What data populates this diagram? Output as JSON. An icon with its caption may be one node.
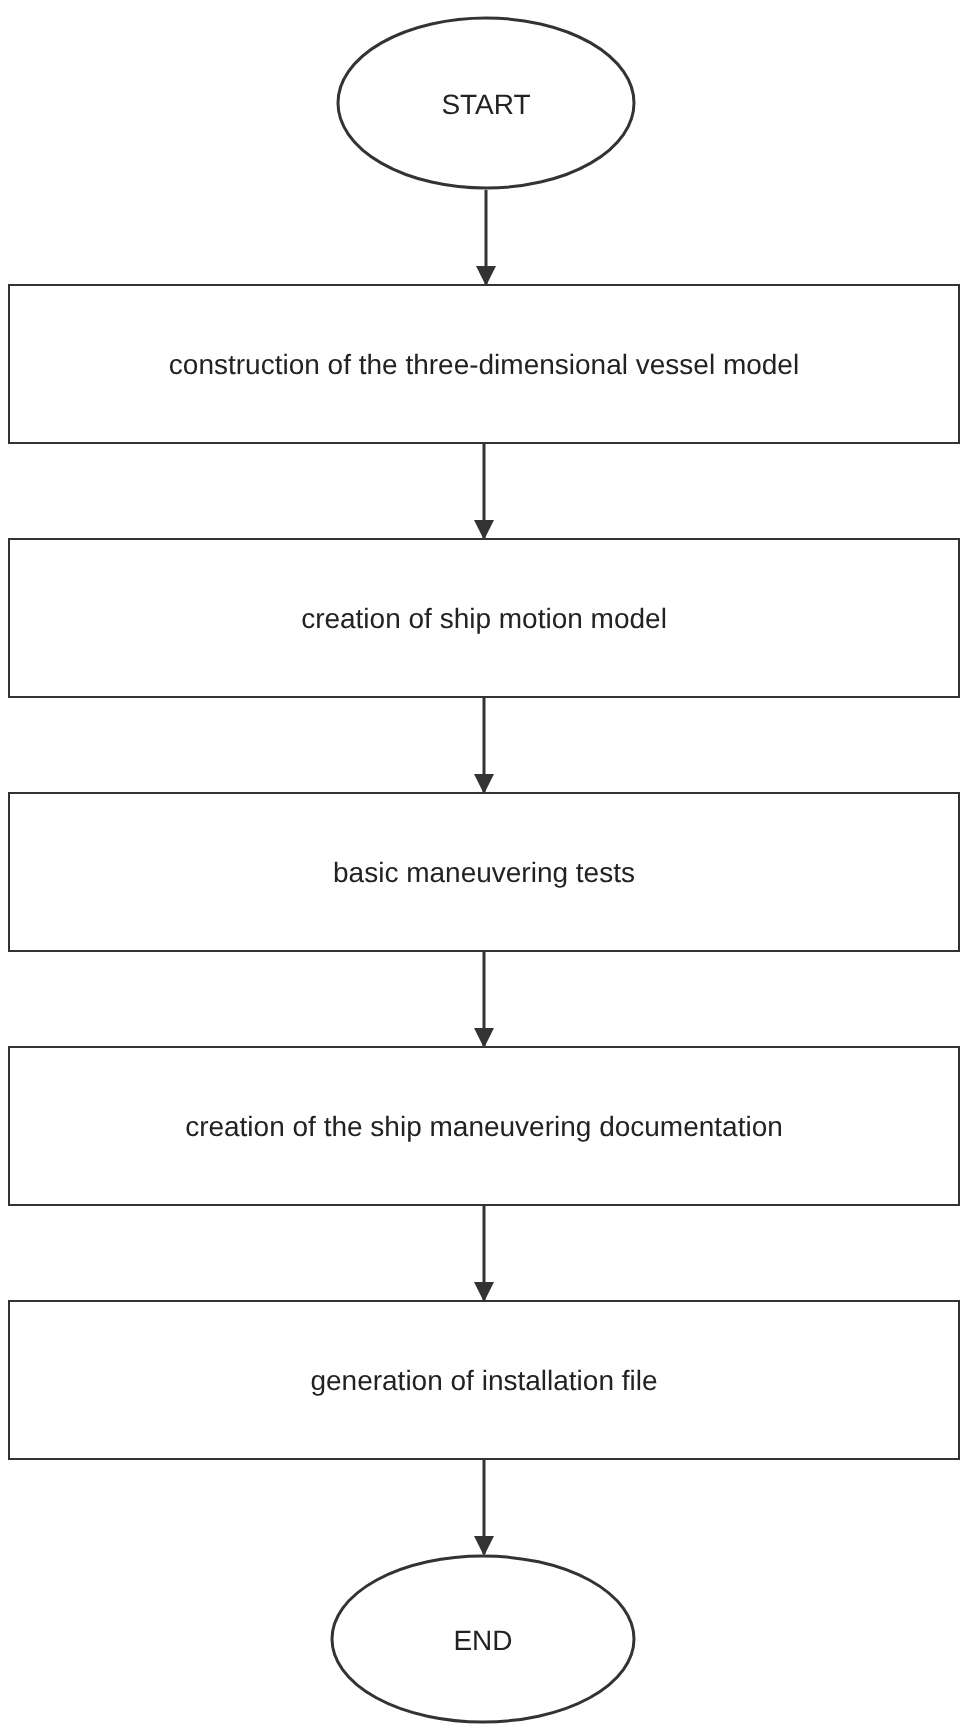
{
  "diagram": {
    "nodes": [
      {
        "text": [
          "START"
        ]
      },
      {
        "text": [
          "construction of the three-dimensional vessel model"
        ]
      },
      {
        "text": [
          "creation of ship motion model"
        ]
      },
      {
        "text": [
          "basic maneuvering tests"
        ]
      },
      {
        "text": [
          "creation of the ship maneuvering documentation"
        ]
      },
      {
        "text": [
          "generation of installation file"
        ]
      },
      {
        "text": [
          "END"
        ]
      }
    ],
    "edges": [
      {
        "from": 0,
        "to": 1,
        "arrow": "to"
      },
      {
        "from": 1,
        "to": 2,
        "arrow": "to"
      },
      {
        "from": 2,
        "to": 3,
        "arrow": "to"
      },
      {
        "from": 3,
        "to": 4,
        "arrow": "to"
      },
      {
        "from": 4,
        "to": 5,
        "arrow": "to"
      },
      {
        "from": 5,
        "to": 6,
        "arrow": "to"
      }
    ]
  }
}
